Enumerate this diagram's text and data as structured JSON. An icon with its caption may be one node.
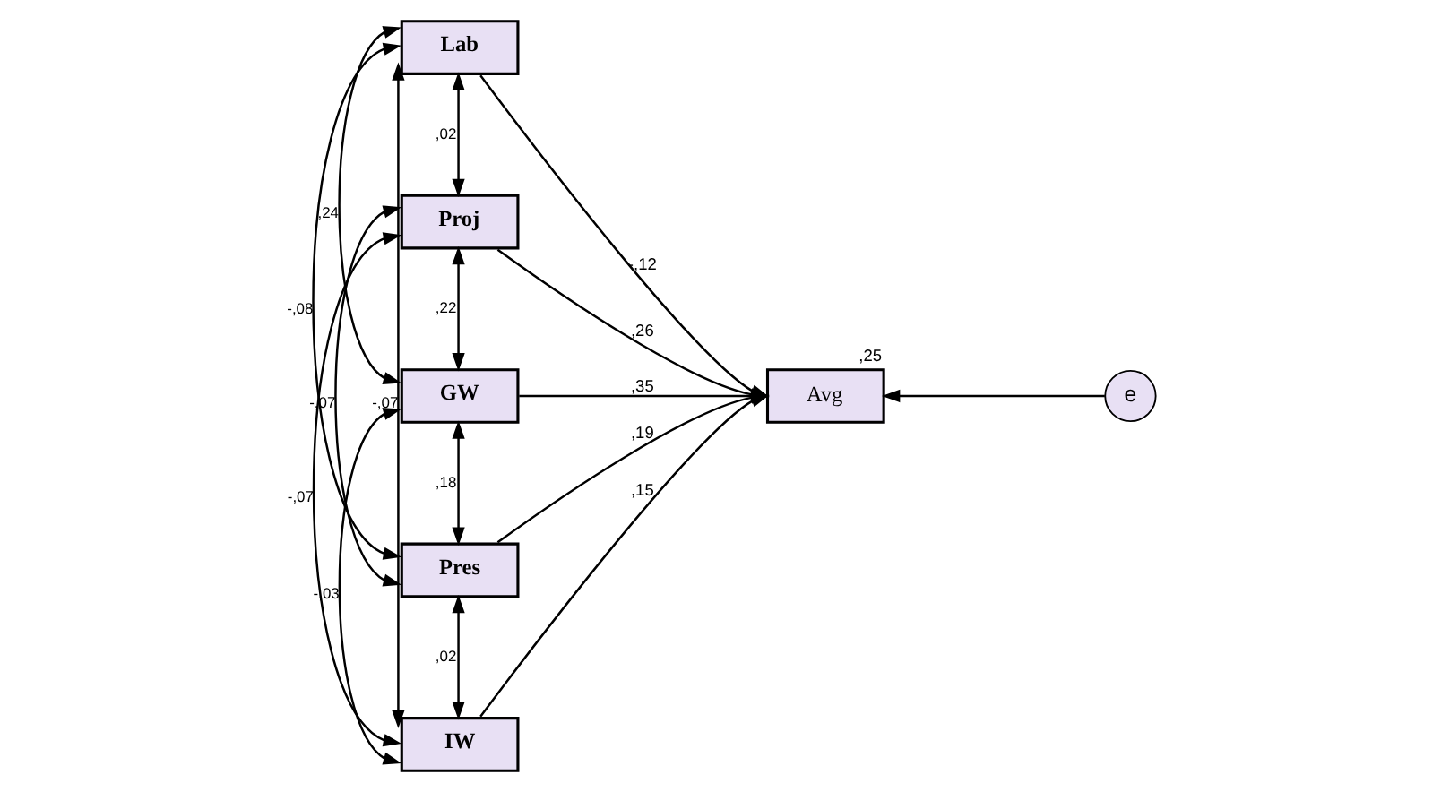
{
  "diagram": {
    "nodes": [
      {
        "text": [
          "Lab"
        ]
      },
      {
        "text": [
          "Proj"
        ]
      },
      {
        "text": [
          "GW"
        ]
      },
      {
        "text": [
          "Pres"
        ]
      },
      {
        "text": [
          "IW"
        ]
      },
      {
        "text": [
          "Avg"
        ],
        "beside": [
          ",25"
        ]
      },
      {
        "text": [
          "e"
        ]
      }
    ],
    "edges": [
      {
        "from": 0,
        "to": 5,
        "arrow": "to",
        "label": "-,12"
      },
      {
        "from": 1,
        "to": 5,
        "arrow": "to",
        "label": ",26"
      },
      {
        "from": 2,
        "to": 5,
        "arrow": "to",
        "label": ",35"
      },
      {
        "from": 3,
        "to": 5,
        "arrow": "to",
        "label": ",19"
      },
      {
        "from": 4,
        "to": 5,
        "arrow": "to",
        "label": ",15"
      },
      {
        "from": 6,
        "to": 5,
        "arrow": "to"
      },
      {
        "from": 0,
        "to": 1,
        "arrow": "both",
        "label": ",02"
      },
      {
        "from": 0,
        "to": 2,
        "arrow": "both",
        "label": ",24"
      },
      {
        "from": 0,
        "to": 3,
        "arrow": "both",
        "label": "-,08"
      },
      {
        "from": 0,
        "to": 4,
        "arrow": "both",
        "label": "-,07"
      },
      {
        "from": 1,
        "to": 2,
        "arrow": "both",
        "label": ",22"
      },
      {
        "from": 1,
        "to": 3,
        "arrow": "both",
        "label": "-,07"
      },
      {
        "from": 1,
        "to": 4,
        "arrow": "both",
        "label": "-,07"
      },
      {
        "from": 2,
        "to": 3,
        "arrow": "both",
        "label": ",18"
      },
      {
        "from": 2,
        "to": 4,
        "arrow": "both",
        "label": "-,03"
      },
      {
        "from": 3,
        "to": 4,
        "arrow": "both",
        "label": ",02"
      }
    ]
  }
}
